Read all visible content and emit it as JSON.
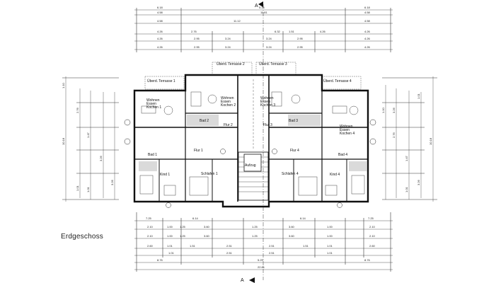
{
  "drawing": {
    "title": "Erdgeschoss",
    "section_marker": "A",
    "top_dimensions": {
      "row1": [
        "6.18",
        "5.24",
        "6.18"
      ],
      "row2": [
        "4.58",
        "11.81",
        "4.58"
      ],
      "row3": [
        "4.58",
        "11.12",
        "4.58"
      ],
      "row4": [
        "4.26",
        "2.76",
        "6.32",
        "1.51",
        "4.26",
        "4.26"
      ],
      "row5": [
        "4.26",
        "2.95",
        "3.24",
        "3.24",
        "2.95",
        "4.26"
      ],
      "row6": [
        "4.26",
        "2.95",
        "3.24",
        "3.24",
        "2.95",
        "4.26"
      ]
    },
    "bottom_dimensions": {
      "row1": [
        "7.25",
        "6.14",
        "6.14",
        "7.25"
      ],
      "row2": [
        "2.10",
        "1.00",
        "1.25",
        "3.60",
        "1.25",
        "3.60",
        "1.00",
        "2.10"
      ],
      "row3": [
        "2.10",
        "1.00",
        "1.25",
        "3.60",
        "1.25",
        "3.60",
        "1.00",
        "2.10"
      ],
      "row4": [
        "2.60",
        "1.01",
        "1.51",
        "2.51",
        "2.51",
        "1.51",
        "1.01",
        "2.60"
      ],
      "row5": [
        "1.01",
        "2.51",
        "2.51",
        "1.01"
      ],
      "row6": [
        "8.76",
        "5.29",
        "8.76"
      ],
      "total": "22.81"
    },
    "left_dimensions": [
      "1.10",
      "2.76",
      "1.47",
      "3.26",
      "3.26",
      "1.01",
      "1.01",
      "10.18"
    ],
    "right_dimensions": [
      "1.10",
      "2.76",
      "1.47",
      "3.26",
      "3.26",
      "1.01",
      "1.01",
      "10.18"
    ],
    "rooms": {
      "terrasse_1": "Überd. Terrasse 1",
      "terrasse_2": "Überd. Terrasse 2",
      "terrasse_3": "Überd. Terrasse 3",
      "terrasse_4": "Überd. Terrasse 4",
      "wohnen_1": "Wohnen",
      "essen_1": "Essen",
      "kochen_1": "Kochen 1",
      "wohnen_2": "Wohnen",
      "essen_2": "Essen",
      "kochen_2": "Kochen 2",
      "wohnen_3": "Wohnen",
      "essen_3": "Essen",
      "kochen_3": "Kochen 3",
      "wohnen_4": "Wohnen",
      "essen_4": "Essen",
      "kochen_4": "Kochen 4",
      "bad_1": "Bad 1",
      "bad_2": "Bad 2",
      "bad_3": "Bad 3",
      "bad_4": "Bad 4",
      "flur_1": "Flur 1",
      "flur_2": "Flur 2",
      "flur_3": "Flur 3",
      "flur_4": "Flur 4",
      "kind_1": "Kind 1",
      "kind_4": "Kind 4",
      "schlafen_1": "Schlafen 1",
      "schlafen_4": "Schlafen 4",
      "aufzug": "Aufzug"
    }
  }
}
